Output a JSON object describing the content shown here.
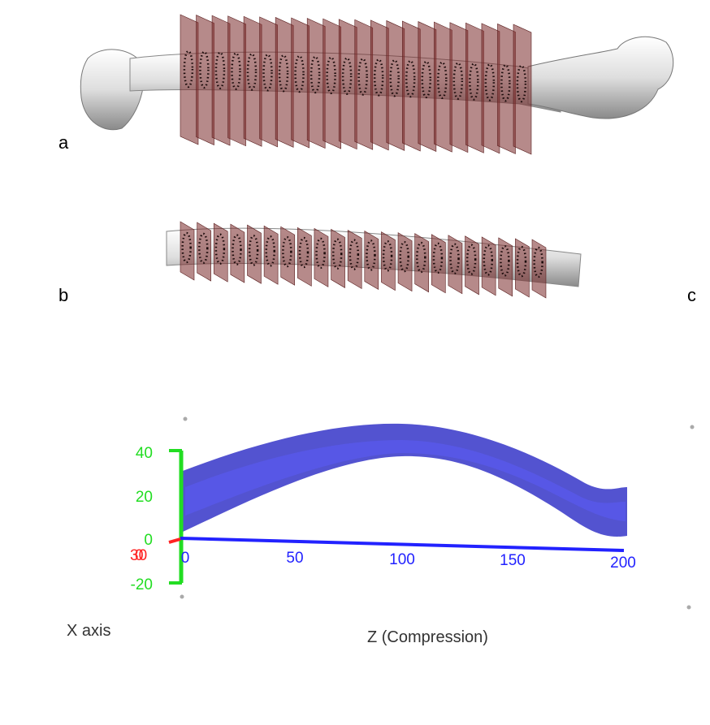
{
  "panels": {
    "a": {
      "label": "a",
      "slice_count": 22
    },
    "b": {
      "label": "b",
      "slice_count": 22
    },
    "c": {
      "label": "c"
    }
  },
  "plot": {
    "x_axis_label": "X axis",
    "z_axis_label": "Z (Compression)",
    "y_ticks": [
      "40",
      "20",
      "0",
      "-20"
    ],
    "z_ticks": [
      "0",
      "50",
      "100",
      "150",
      "200"
    ],
    "x_ticks": [
      "30",
      "0"
    ],
    "colors": {
      "y_axis": "#22dd22",
      "z_axis": "#2222ff",
      "x_axis": "#ff2222",
      "tube": "#2a2ad6",
      "slice": "#7a2a2a",
      "bone": "#e8e8e8"
    }
  }
}
